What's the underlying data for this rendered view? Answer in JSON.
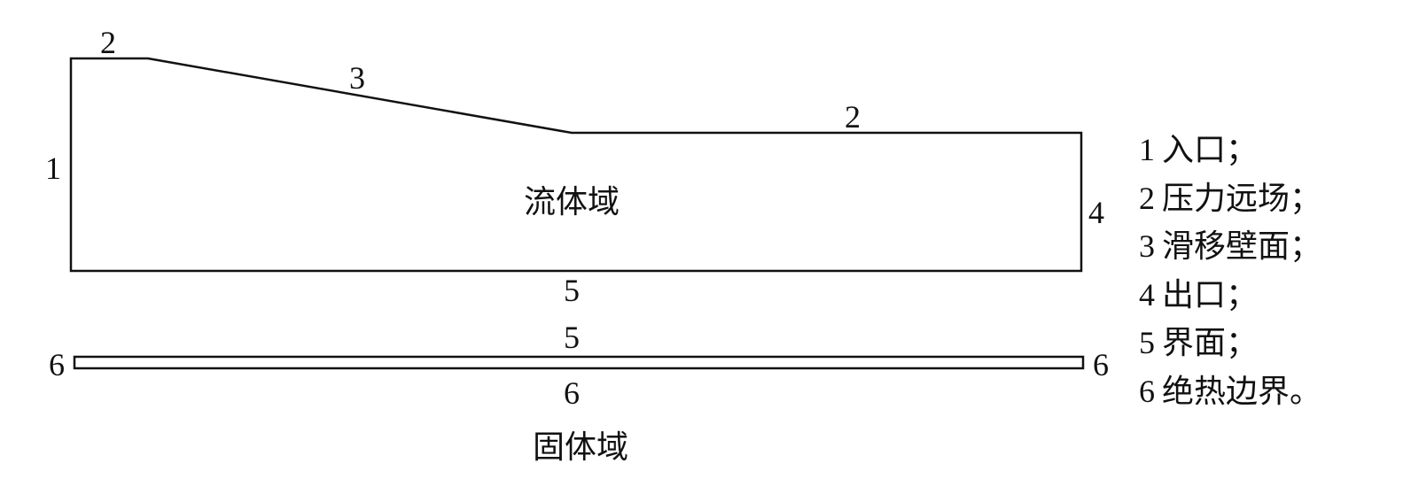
{
  "diagram": {
    "fluid_domain_label": "流体域",
    "solid_domain_label": "固体域",
    "boundary_labels": {
      "top_left_flat": "2",
      "slope": "3",
      "top_right_flat": "2",
      "inlet": "1",
      "outlet": "4",
      "fluid_bottom": "5",
      "solid_top": "5",
      "solid_left": "6",
      "solid_right": "6",
      "solid_bottom": "6"
    },
    "legend": [
      {
        "num": "1",
        "text": "入口；"
      },
      {
        "num": "2",
        "text": "压力远场；"
      },
      {
        "num": "3",
        "text": "滑移壁面；"
      },
      {
        "num": "4",
        "text": "出口；"
      },
      {
        "num": "5",
        "text": "界面；"
      },
      {
        "num": "6",
        "text": "绝热边界。"
      }
    ]
  }
}
